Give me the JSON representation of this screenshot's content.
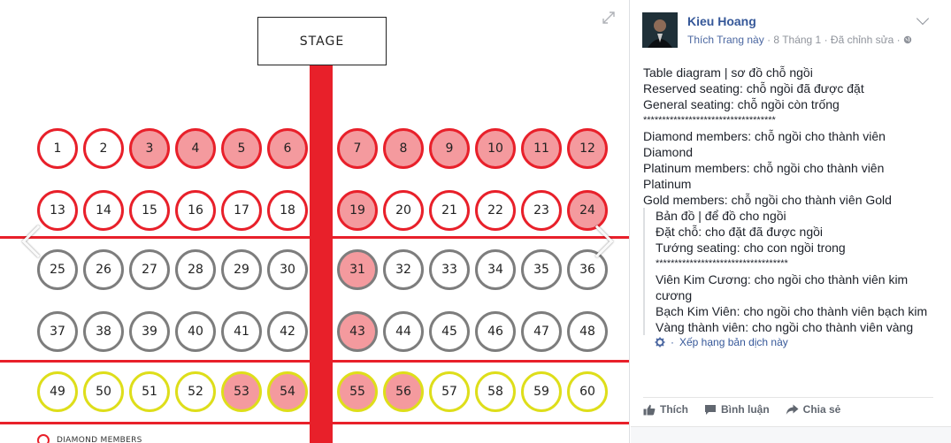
{
  "colors": {
    "accent_red": "#e8202a",
    "reserved_fill": "#f49a9e",
    "diamond_ring": "#e8202a",
    "platinum_ring": "#7d7d7d",
    "gold_ring": "#dede1a",
    "link_blue": "#365899"
  },
  "diagram": {
    "stage_label": "STAGE",
    "rows": [
      {
        "tier": "diamond",
        "seats": [
          {
            "n": "1",
            "reserved": false
          },
          {
            "n": "2",
            "reserved": false
          },
          {
            "n": "3",
            "reserved": true
          },
          {
            "n": "4",
            "reserved": true
          },
          {
            "n": "5",
            "reserved": true
          },
          {
            "n": "6",
            "reserved": true
          },
          {
            "n": "7",
            "reserved": true
          },
          {
            "n": "8",
            "reserved": true
          },
          {
            "n": "9",
            "reserved": true
          },
          {
            "n": "10",
            "reserved": true
          },
          {
            "n": "11",
            "reserved": true
          },
          {
            "n": "12",
            "reserved": true
          }
        ]
      },
      {
        "tier": "diamond",
        "seats": [
          {
            "n": "13",
            "reserved": false
          },
          {
            "n": "14",
            "reserved": false
          },
          {
            "n": "15",
            "reserved": false
          },
          {
            "n": "16",
            "reserved": false
          },
          {
            "n": "17",
            "reserved": false
          },
          {
            "n": "18",
            "reserved": false
          },
          {
            "n": "19",
            "reserved": true
          },
          {
            "n": "20",
            "reserved": false
          },
          {
            "n": "21",
            "reserved": false
          },
          {
            "n": "22",
            "reserved": false
          },
          {
            "n": "23",
            "reserved": false
          },
          {
            "n": "24",
            "reserved": true
          }
        ]
      },
      {
        "tier": "platinum",
        "seats": [
          {
            "n": "25",
            "reserved": false
          },
          {
            "n": "26",
            "reserved": false
          },
          {
            "n": "27",
            "reserved": false
          },
          {
            "n": "28",
            "reserved": false
          },
          {
            "n": "29",
            "reserved": false
          },
          {
            "n": "30",
            "reserved": false
          },
          {
            "n": "31",
            "reserved": true
          },
          {
            "n": "32",
            "reserved": false
          },
          {
            "n": "33",
            "reserved": false
          },
          {
            "n": "34",
            "reserved": false
          },
          {
            "n": "35",
            "reserved": false
          },
          {
            "n": "36",
            "reserved": false
          }
        ]
      },
      {
        "tier": "platinum",
        "seats": [
          {
            "n": "37",
            "reserved": false
          },
          {
            "n": "38",
            "reserved": false
          },
          {
            "n": "39",
            "reserved": false
          },
          {
            "n": "40",
            "reserved": false
          },
          {
            "n": "41",
            "reserved": false
          },
          {
            "n": "42",
            "reserved": false
          },
          {
            "n": "43",
            "reserved": true
          },
          {
            "n": "44",
            "reserved": false
          },
          {
            "n": "45",
            "reserved": false
          },
          {
            "n": "46",
            "reserved": false
          },
          {
            "n": "47",
            "reserved": false
          },
          {
            "n": "48",
            "reserved": false
          }
        ]
      },
      {
        "tier": "gold",
        "seats": [
          {
            "n": "49",
            "reserved": false
          },
          {
            "n": "50",
            "reserved": false
          },
          {
            "n": "51",
            "reserved": false
          },
          {
            "n": "52",
            "reserved": false
          },
          {
            "n": "53",
            "reserved": true
          },
          {
            "n": "54",
            "reserved": true
          },
          {
            "n": "55",
            "reserved": true
          },
          {
            "n": "56",
            "reserved": true
          },
          {
            "n": "57",
            "reserved": false
          },
          {
            "n": "58",
            "reserved": false
          },
          {
            "n": "59",
            "reserved": false
          },
          {
            "n": "60",
            "reserved": false
          }
        ]
      }
    ],
    "legend_label": "DIAMOND MEMBERS"
  },
  "post": {
    "author": "Kieu Hoang",
    "like_page": "Thích Trang này",
    "date": "8 Tháng 1",
    "edited": "Đã chỉnh sửa",
    "body": [
      "Table diagram | sơ đồ chỗ ngồi",
      "Reserved seating: chỗ ngồi đã được đặt",
      "General seating: chỗ ngồi còn trống",
      "***********************************",
      "Diamond members: chỗ ngồi cho thành viên",
      "Diamond",
      "Platinum members: chỗ ngồi cho thành viên",
      "Platinum",
      "Gold members: chỗ ngồi cho thành viên Gold"
    ],
    "translation": [
      "Bản đồ | để đồ cho ngồi",
      "Đặt chỗ: cho đặt đã được ngồi",
      "Tướng seating: cho con ngồi trong",
      "***********************************",
      "Viên Kim Cương: cho ngồi cho thành viên kim",
      "cương",
      "Bạch Kim Viên: cho ngồi cho thành viên bạch kim",
      "Vàng thành viên: cho ngồi cho thành viên vàng"
    ],
    "rate_translation": "Xếp hạng bản dịch này"
  },
  "actions": {
    "like": "Thích",
    "comment": "Bình luận",
    "share": "Chia sẻ"
  }
}
